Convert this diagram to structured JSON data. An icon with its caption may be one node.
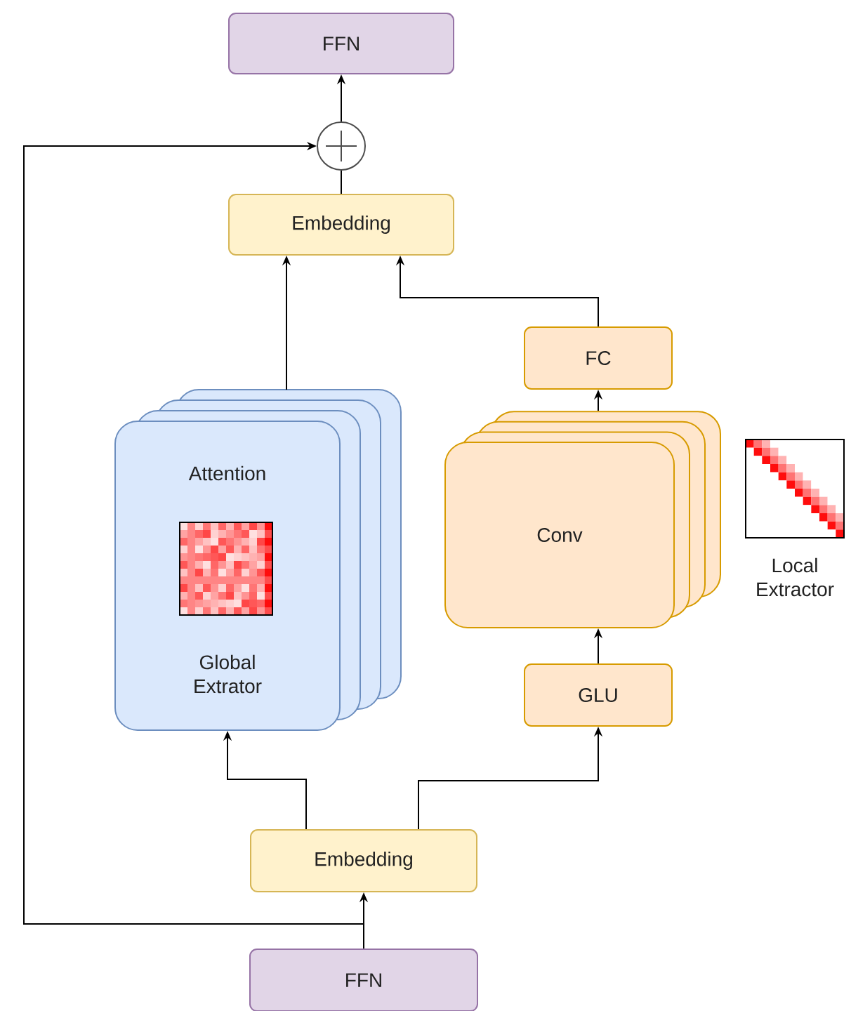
{
  "diagram": {
    "nodes": [
      {
        "text": [
          "FFN"
        ]
      },
      {
        "text": [],
        "shape": "circle"
      },
      {
        "text": [
          "Embedding"
        ]
      },
      {
        "text": [
          "FC"
        ]
      },
      {
        "text": [
          "Attention",
          "Global Extrator"
        ]
      },
      {
        "text": [
          "Conv"
        ]
      },
      {
        "text": [
          "GLU"
        ]
      },
      {
        "text": [
          "Embedding"
        ]
      },
      {
        "text": [
          "FFN"
        ]
      }
    ],
    "edges": [
      {
        "from": 8,
        "to": 7,
        "arrow": "to"
      },
      {
        "from": 8,
        "to": 1,
        "arrow": "to"
      },
      {
        "from": 7,
        "to": 4,
        "arrow": "to"
      },
      {
        "from": 7,
        "to": 6,
        "arrow": "to"
      },
      {
        "from": 6,
        "to": 5,
        "arrow": "to"
      },
      {
        "from": 5,
        "to": 3,
        "arrow": "to"
      },
      {
        "from": 4,
        "to": 2,
        "arrow": "to"
      },
      {
        "from": 3,
        "to": 2,
        "arrow": "to"
      },
      {
        "from": 2,
        "to": 1,
        "arrow": "none"
      },
      {
        "from": 1,
        "to": 0,
        "arrow": "to"
      }
    ],
    "labels": [
      "Local Extractor"
    ]
  }
}
